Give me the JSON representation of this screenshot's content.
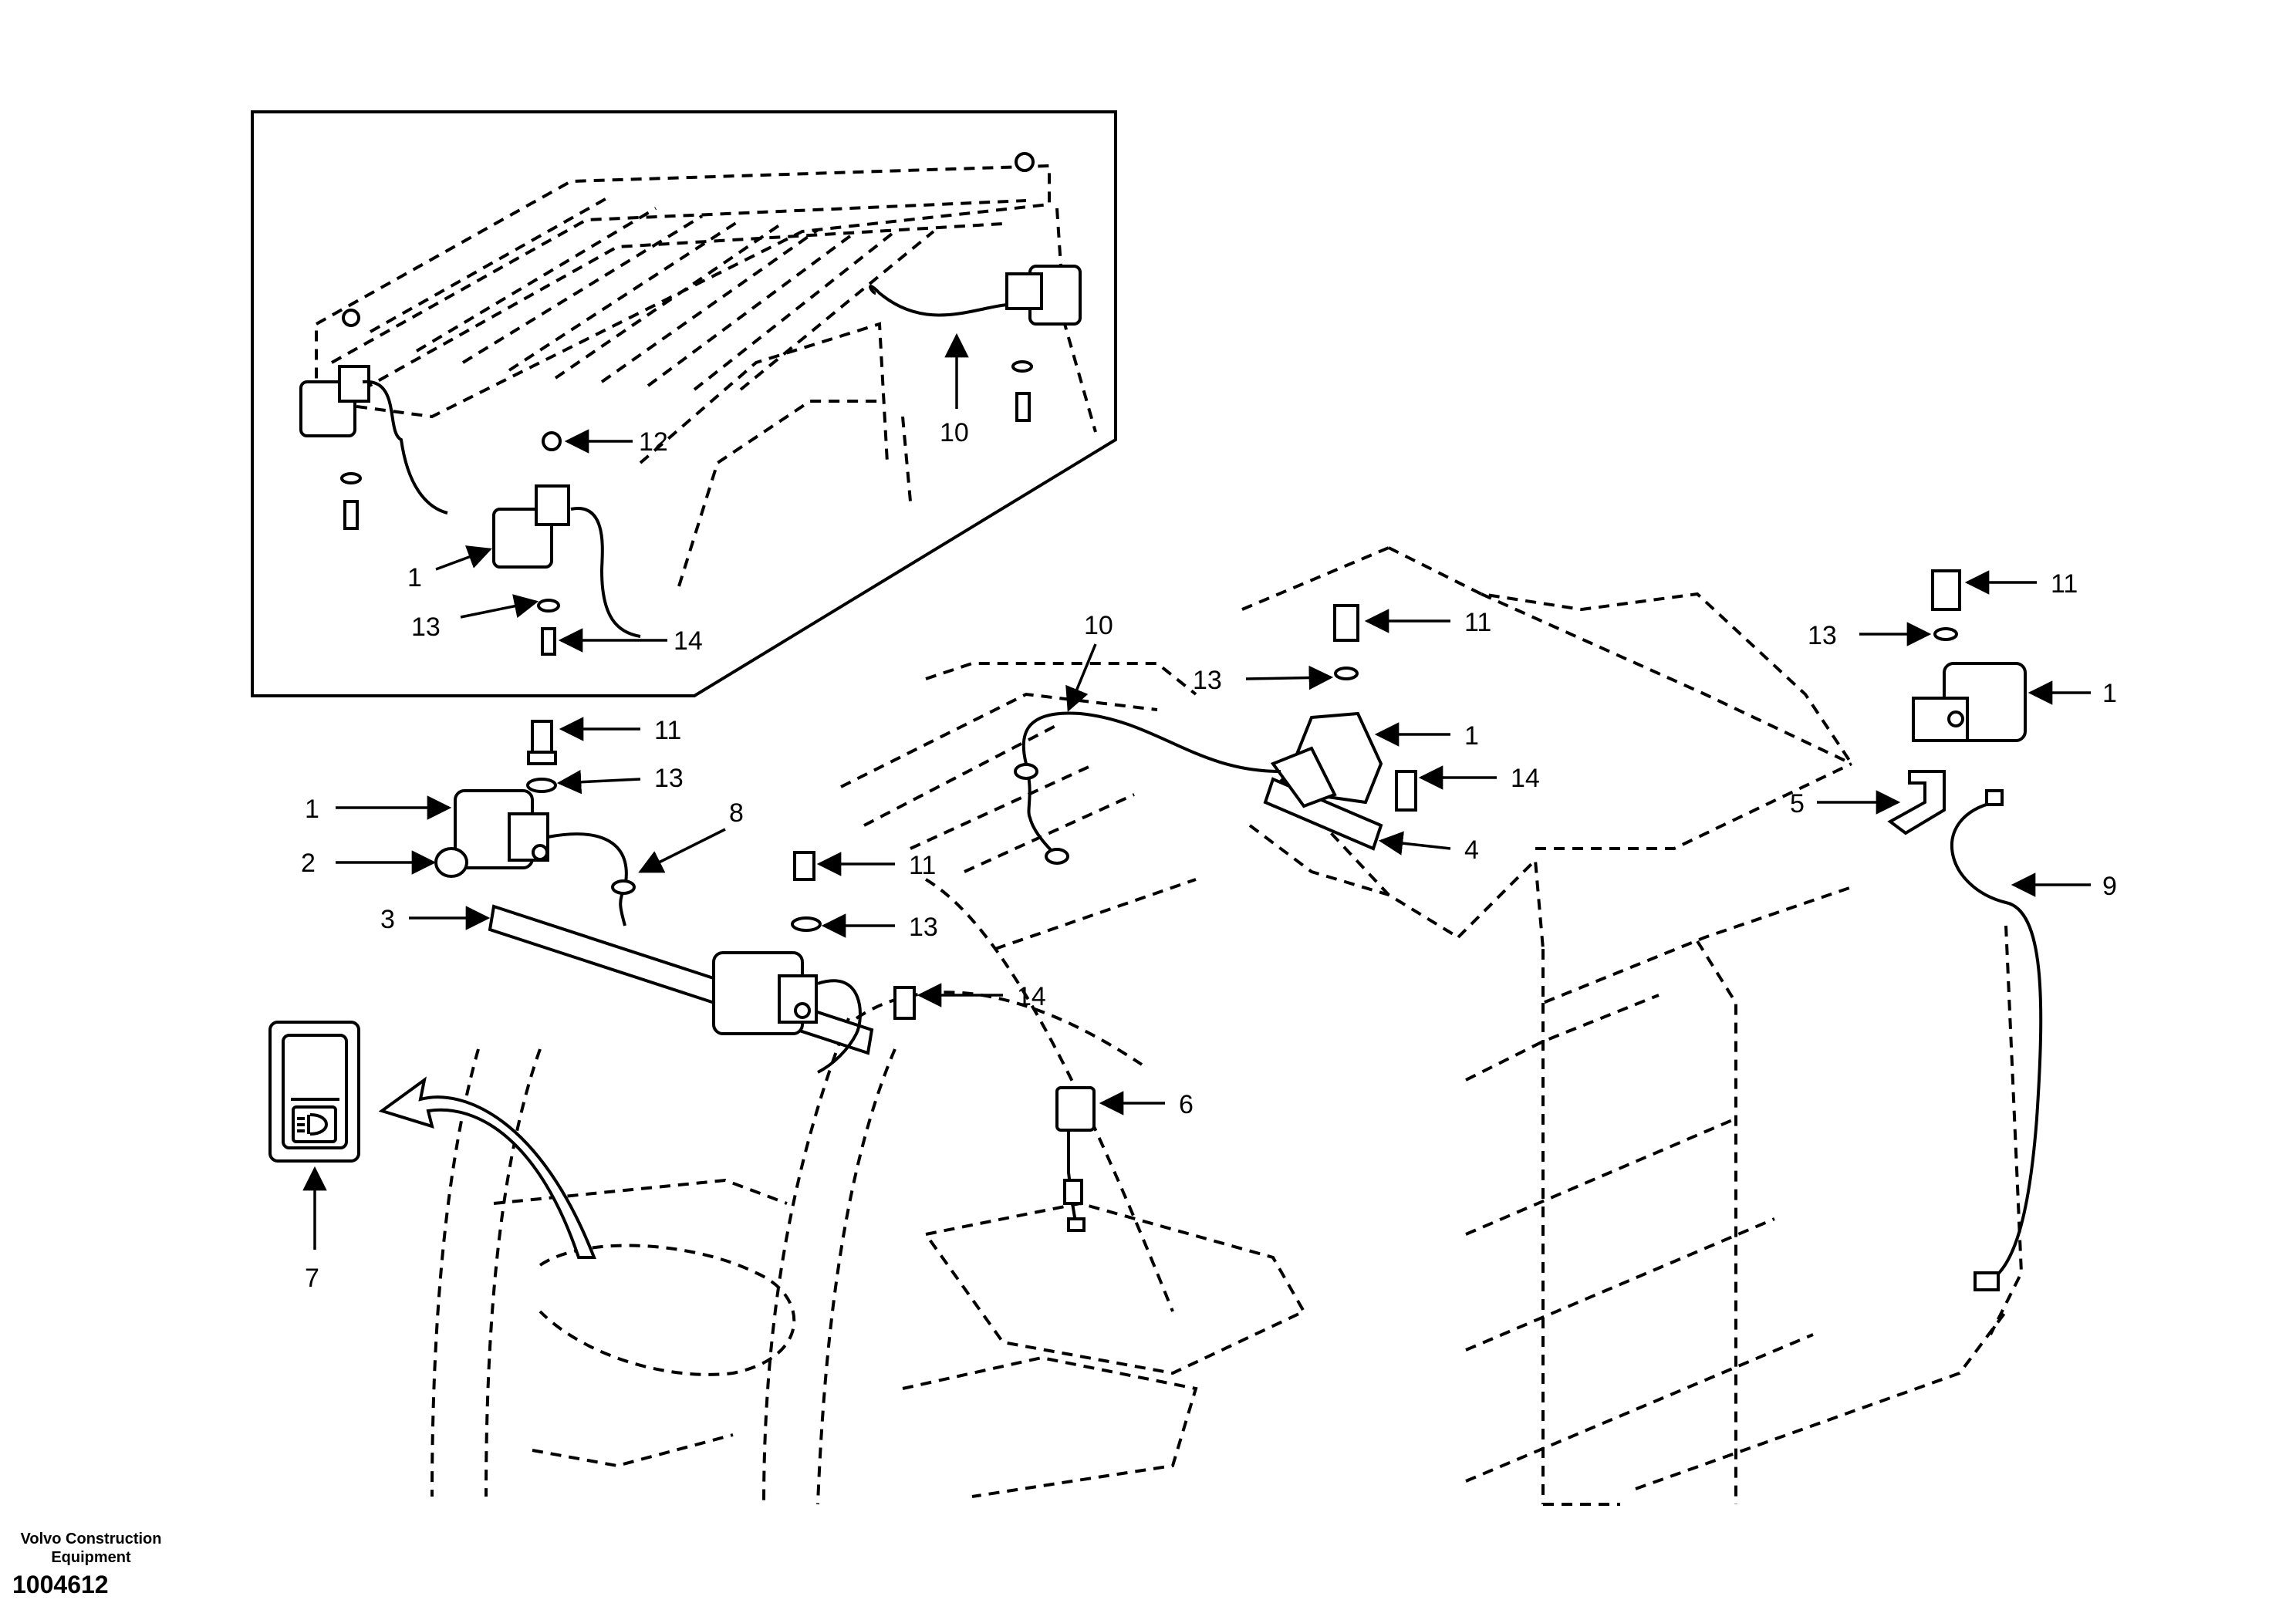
{
  "footer": {
    "maker_line1": "Volvo Construction",
    "maker_line2": "Equipment",
    "document_number": "1004612"
  },
  "callouts": {
    "inset_12": "12",
    "inset_10": "10",
    "inset_1": "1",
    "inset_13": "13",
    "inset_14": "14",
    "main_10": "10",
    "front_11": "11",
    "front_13": "13",
    "front_1": "1",
    "front_14": "14",
    "front_4": "4",
    "left_11": "11",
    "left_13": "13",
    "left_1": "1",
    "left_2": "2",
    "left_8": "8",
    "left_3": "3",
    "mid_11": "11",
    "mid_13": "13",
    "mid_14": "14",
    "relay_6": "6",
    "switch_7": "7",
    "right_11": "11",
    "right_13": "13",
    "right_1": "1",
    "right_5": "5",
    "right_9": "9"
  }
}
